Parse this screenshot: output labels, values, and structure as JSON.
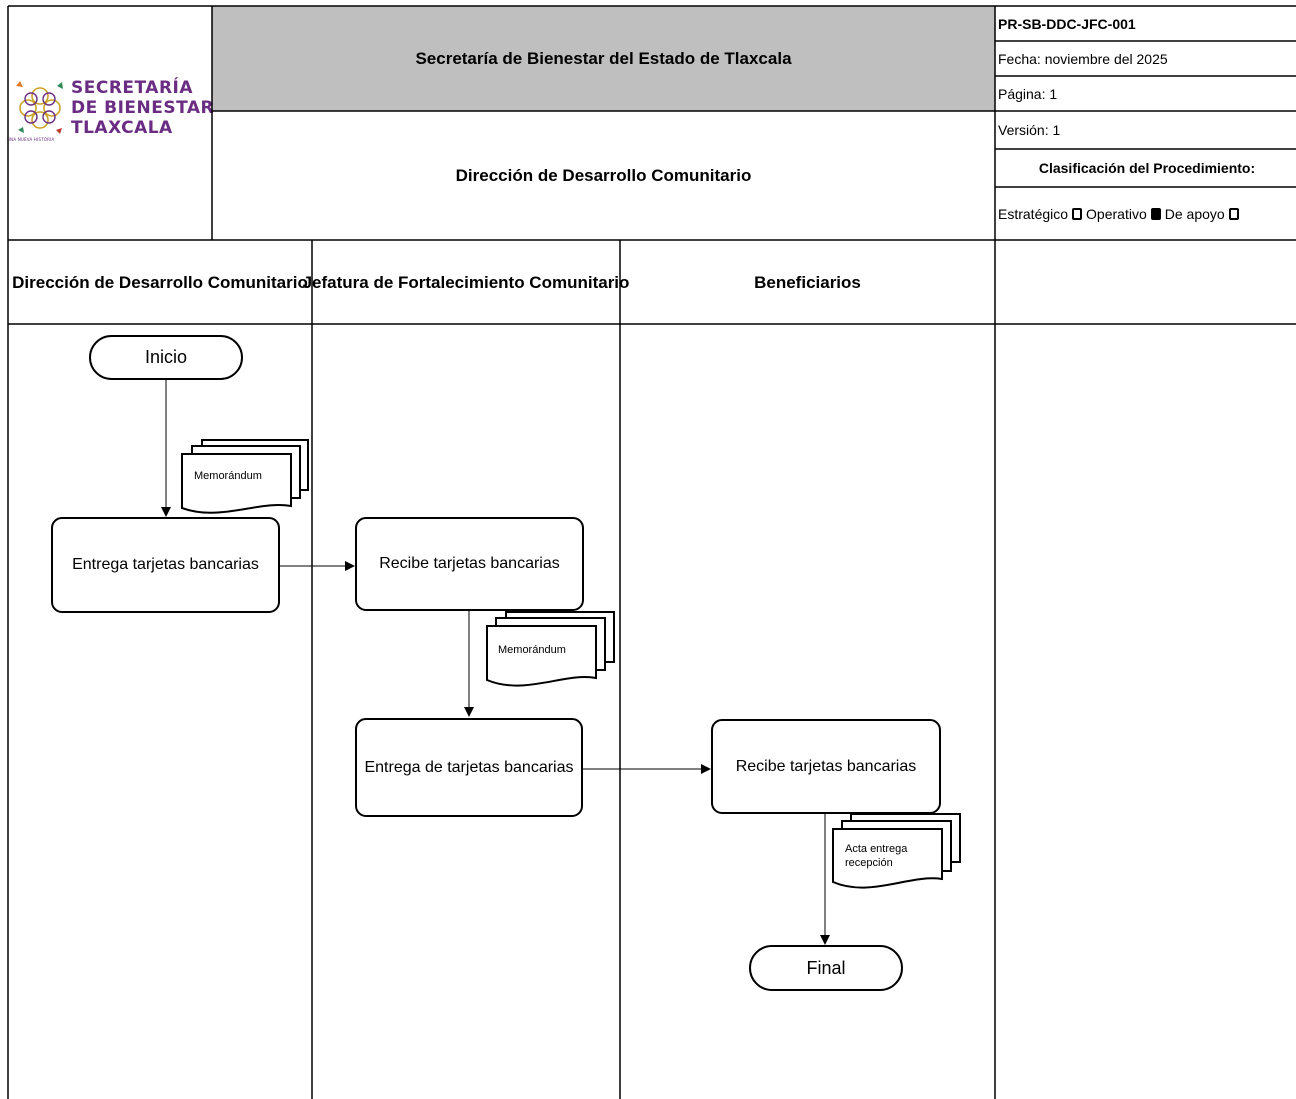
{
  "header": {
    "logo": {
      "line1": "SECRETARÍA",
      "line2": "DE BIENESTAR",
      "line3": "TLAXCALA",
      "tagline": "UNA NUEVA HISTORIA"
    },
    "organization": "Secretaría de Bienestar del Estado de Tlaxcala",
    "department": "Dirección de Desarrollo Comunitario",
    "code": "PR-SB-DDC-JFC-001",
    "date": "Fecha: noviembre del 2025",
    "page": "Página: 1",
    "version": "Versión: 1",
    "classification_title": "Clasificación del Procedimiento:",
    "classification_options": [
      {
        "label": "Estratégico",
        "checked": false
      },
      {
        "label": "Operativo",
        "checked": true
      },
      {
        "label": "De apoyo",
        "checked": false
      }
    ]
  },
  "lanes": [
    {
      "title": "Dirección de Desarrollo Comunitario"
    },
    {
      "title": "Jefatura de Fortalecimiento Comunitario"
    },
    {
      "title": "Beneficiarios"
    },
    {
      "title": ""
    }
  ],
  "flow": {
    "start": "Inicio",
    "end": "Final",
    "steps": [
      {
        "label": "Entrega tarjetas bancarias"
      },
      {
        "label": "Recibe tarjetas bancarias"
      },
      {
        "label": "Entrega de tarjetas bancarias"
      },
      {
        "label": "Recibe tarjetas bancarias"
      }
    ],
    "documents": [
      {
        "label": "Memorándum"
      },
      {
        "label": "Memorándum"
      },
      {
        "label": "Acta entrega recepción",
        "line1": "Acta entrega",
        "line2": "recepción"
      }
    ]
  },
  "colors": {
    "title_band": "#bfbfbf",
    "logo_purple": "#6b2d83",
    "line": "#000000"
  }
}
